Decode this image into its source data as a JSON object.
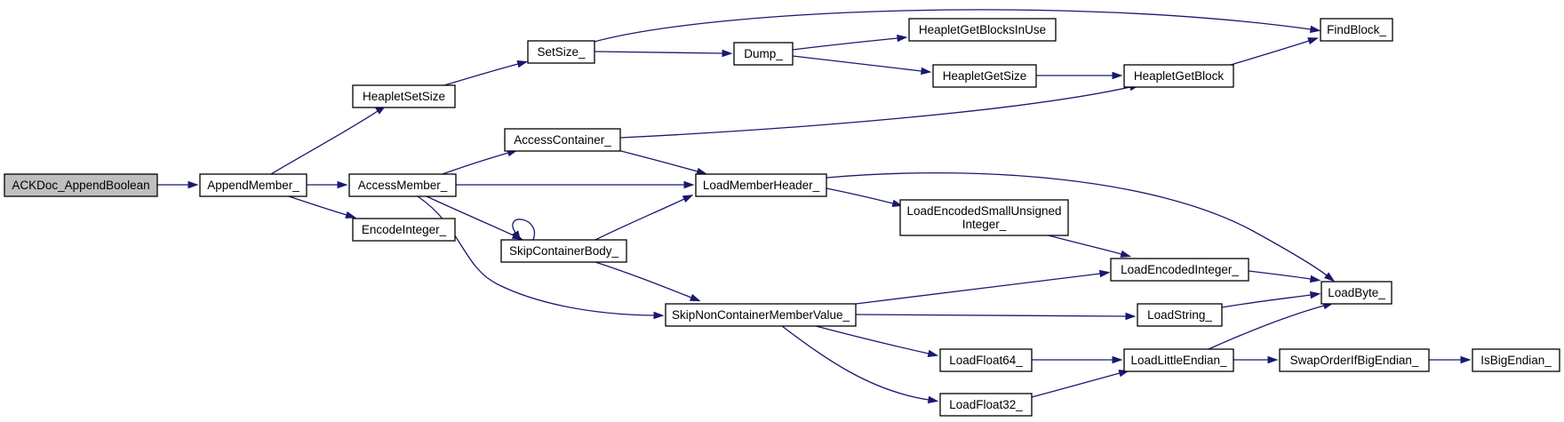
{
  "colors": {
    "edge": "#191970",
    "root_fill": "#bfbfbf",
    "node_fill": "#ffffff",
    "node_border": "#000000"
  },
  "nodes": {
    "ACKDoc_AppendBoolean": {
      "label": [
        "ACKDoc_AppendBoolean"
      ],
      "root": true
    },
    "AppendMember_": {
      "label": [
        "AppendMember_"
      ]
    },
    "HeapletSetSize": {
      "label": [
        "HeapletSetSize"
      ]
    },
    "AccessMember_": {
      "label": [
        "AccessMember_"
      ]
    },
    "EncodeInteger_": {
      "label": [
        "EncodeInteger_"
      ]
    },
    "SetSize_": {
      "label": [
        "SetSize_"
      ]
    },
    "AccessContainer_": {
      "label": [
        "AccessContainer_"
      ]
    },
    "SkipContainerBody_": {
      "label": [
        "SkipContainerBody_"
      ]
    },
    "Dump_": {
      "label": [
        "Dump_"
      ]
    },
    "LoadMemberHeader_": {
      "label": [
        "LoadMemberHeader_"
      ]
    },
    "SkipNonContainerMemberValue_": {
      "label": [
        "SkipNonContainerMemberValue_"
      ]
    },
    "HeapletGetBlocksInUse": {
      "label": [
        "HeapletGetBlocksInUse"
      ]
    },
    "HeapletGetSize": {
      "label": [
        "HeapletGetSize"
      ]
    },
    "LoadEncodedSmallUnsignedInteger_": {
      "label": [
        "LoadEncodedSmallUnsigned",
        "Integer_"
      ]
    },
    "LoadFloat64_": {
      "label": [
        "LoadFloat64_"
      ]
    },
    "LoadFloat32_": {
      "label": [
        "LoadFloat32_"
      ]
    },
    "HeapletGetBlock": {
      "label": [
        "HeapletGetBlock"
      ]
    },
    "LoadEncodedInteger_": {
      "label": [
        "LoadEncodedInteger_"
      ]
    },
    "LoadString_": {
      "label": [
        "LoadString_"
      ]
    },
    "LoadLittleEndian_": {
      "label": [
        "LoadLittleEndian_"
      ]
    },
    "FindBlock_": {
      "label": [
        "FindBlock_"
      ]
    },
    "LoadByte_": {
      "label": [
        "LoadByte_"
      ]
    },
    "SwapOrderIfBigEndian_": {
      "label": [
        "SwapOrderIfBigEndian_"
      ]
    },
    "IsBigEndian_": {
      "label": [
        "IsBigEndian_"
      ]
    }
  },
  "edges": [
    [
      "ACKDoc_AppendBoolean",
      "AppendMember_"
    ],
    [
      "AppendMember_",
      "HeapletSetSize"
    ],
    [
      "AppendMember_",
      "AccessMember_"
    ],
    [
      "AppendMember_",
      "EncodeInteger_"
    ],
    [
      "HeapletSetSize",
      "SetSize_"
    ],
    [
      "SetSize_",
      "Dump_"
    ],
    [
      "SetSize_",
      "FindBlock_"
    ],
    [
      "Dump_",
      "HeapletGetBlocksInUse"
    ],
    [
      "Dump_",
      "HeapletGetSize"
    ],
    [
      "HeapletGetSize",
      "HeapletGetBlock"
    ],
    [
      "HeapletGetBlock",
      "FindBlock_"
    ],
    [
      "AccessMember_",
      "AccessContainer_"
    ],
    [
      "AccessMember_",
      "LoadMemberHeader_"
    ],
    [
      "AccessMember_",
      "SkipContainerBody_"
    ],
    [
      "AccessMember_",
      "SkipNonContainerMemberValue_"
    ],
    [
      "AccessContainer_",
      "HeapletGetBlock"
    ],
    [
      "AccessContainer_",
      "LoadMemberHeader_"
    ],
    [
      "SkipContainerBody_",
      "SkipContainerBody_"
    ],
    [
      "SkipContainerBody_",
      "LoadMemberHeader_"
    ],
    [
      "SkipContainerBody_",
      "SkipNonContainerMemberValue_"
    ],
    [
      "LoadMemberHeader_",
      "LoadEncodedSmallUnsignedInteger_"
    ],
    [
      "LoadMemberHeader_",
      "LoadByte_"
    ],
    [
      "LoadEncodedSmallUnsignedInteger_",
      "LoadEncodedInteger_"
    ],
    [
      "LoadEncodedInteger_",
      "LoadByte_"
    ],
    [
      "SkipNonContainerMemberValue_",
      "LoadEncodedInteger_"
    ],
    [
      "SkipNonContainerMemberValue_",
      "LoadString_"
    ],
    [
      "SkipNonContainerMemberValue_",
      "LoadFloat64_"
    ],
    [
      "SkipNonContainerMemberValue_",
      "LoadFloat32_"
    ],
    [
      "LoadString_",
      "LoadByte_"
    ],
    [
      "LoadFloat64_",
      "LoadLittleEndian_"
    ],
    [
      "LoadFloat32_",
      "LoadLittleEndian_"
    ],
    [
      "LoadLittleEndian_",
      "LoadByte_"
    ],
    [
      "LoadLittleEndian_",
      "SwapOrderIfBigEndian_"
    ],
    [
      "SwapOrderIfBigEndian_",
      "IsBigEndian_"
    ]
  ]
}
